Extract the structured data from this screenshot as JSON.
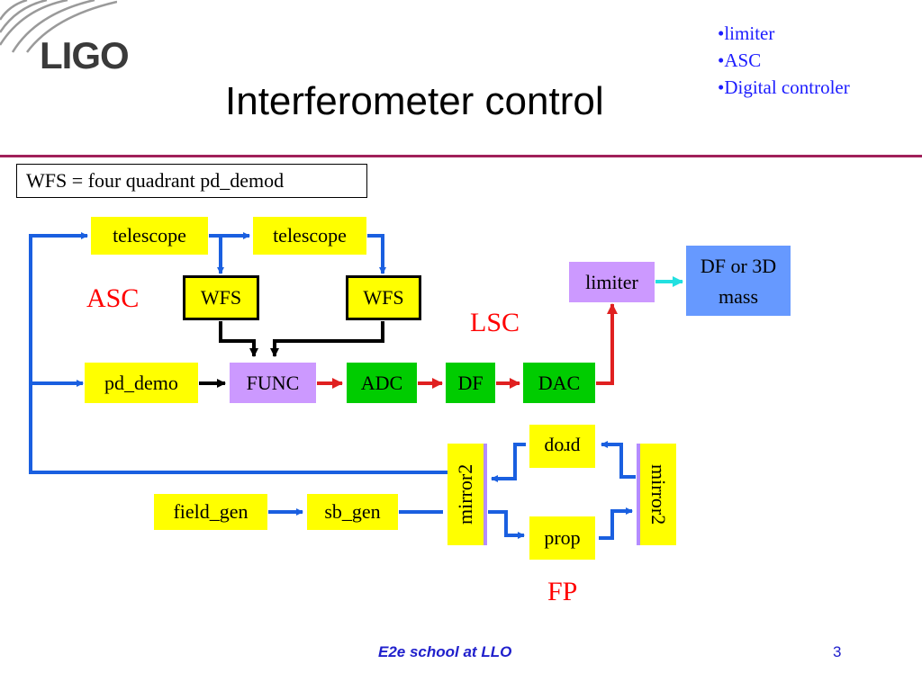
{
  "header": {
    "logo": "LIGO",
    "title": "Interferometer control",
    "bullets": [
      "•limiter",
      "•ASC",
      "•Digital controler"
    ]
  },
  "note": "WFS = four quadrant pd_demod",
  "labels": {
    "asc": "ASC",
    "lsc": "LSC",
    "fp": "FP"
  },
  "blocks": {
    "telescope1": "telescope",
    "telescope2": "telescope",
    "wfs1": "WFS",
    "wfs2": "WFS",
    "pd_demo": "pd_demo",
    "func": "FUNC",
    "adc": "ADC",
    "df": "DF",
    "dac": "DAC",
    "limiter": "limiter",
    "df_mass": "DF or 3D mass",
    "prop_top": "prop",
    "prop_bottom": "prop",
    "mirror_left": "mirror2",
    "mirror_right": "mirror2",
    "field_gen": "field_gen",
    "sb_gen": "sb_gen"
  },
  "colors": {
    "arrow_blue": "#1a5fe0",
    "arrow_red": "#e02020",
    "arrow_cyan": "#22e0e0",
    "accent_line": "#a0205a"
  },
  "footer": {
    "text": "E2e school at LLO",
    "page": "3"
  }
}
